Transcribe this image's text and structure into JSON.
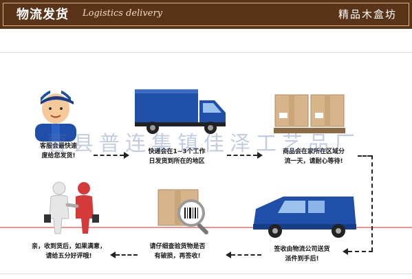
{
  "header": {
    "title_cn": "物流发货",
    "title_en": "Logistics delivery",
    "shop_name": "精品木盒坊"
  },
  "watermark": "曹县普连集镇佳泽工艺品厂",
  "steps": {
    "step1": {
      "line1": "客服会最快速",
      "line2": "度给您发货!"
    },
    "step2": {
      "line1": "快递会在1~3个工作",
      "line2": "日发货到所在的地区"
    },
    "step3": {
      "line1": "商品会在家所在区域分",
      "line2": "流一天，请耐心等待!"
    },
    "step4": {
      "line1": "签收由物流公司送货",
      "line2": "派件到手后!"
    },
    "step5": {
      "line1": "请仔细查验货物是否",
      "line2": "有破损，再签收!"
    },
    "step6": {
      "line1": "亲，收到货后，如果满意，",
      "line2": "请给五分好评哦!"
    }
  },
  "colors": {
    "header_bg": "#5a3418",
    "truck_blue": "#1f4fa8",
    "box_tan": "#d8b48a",
    "accent_red": "#d43a3a"
  },
  "icons": [
    "courier-icon",
    "truck-icon",
    "packages-icon",
    "van-icon",
    "barcode-inspection-icon",
    "handshake-icon"
  ]
}
